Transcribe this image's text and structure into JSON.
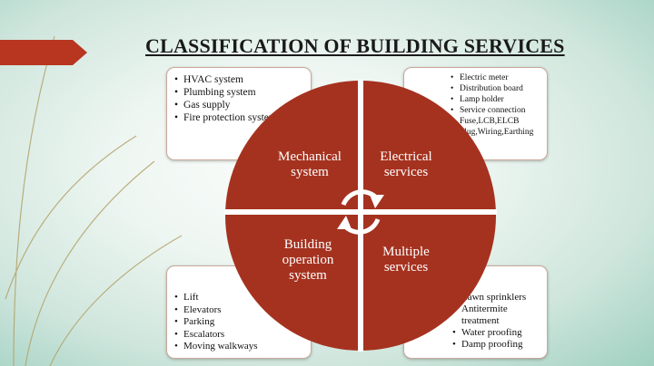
{
  "title": "CLASSIFICATION OF BUILDING SERVICES",
  "colors": {
    "quadrant_fill": "#a5321f",
    "title_text": "#1a1a1a",
    "background_teal": "#9fd0c0",
    "box_border": "#c8a99a",
    "decorative_lines": "#b3a36a",
    "arrow_flag": "#b83620"
  },
  "icons": {
    "center": "cycle-arrows-icon",
    "left_flag": "arrow-flag-icon"
  },
  "quadrants": {
    "mechanical": {
      "line1": "Mechanical",
      "line2": "system"
    },
    "electrical": {
      "line1": "Electrical",
      "line2": "services"
    },
    "building": {
      "line1": "Building",
      "line2": "operation",
      "line3": "system"
    },
    "multiple": {
      "line1": "Multiple",
      "line2": "services"
    }
  },
  "boxes": {
    "mechanical": [
      "HVAC system",
      "Plumbing system",
      "Gas supply",
      "Fire protection system"
    ],
    "electrical": [
      "Electric meter",
      "Distribution board",
      "Lamp holder",
      "Service connection",
      "Fuse,LCB,ELCB",
      "Plug,Wiring,Earthing"
    ],
    "building": [
      "Lift",
      "Elevators",
      "Parking",
      "Escalators",
      "Moving walkways"
    ],
    "multiple": [
      "Lawn sprinklers",
      "Antitermite treatment",
      "Water proofing",
      "Damp proofing"
    ]
  }
}
